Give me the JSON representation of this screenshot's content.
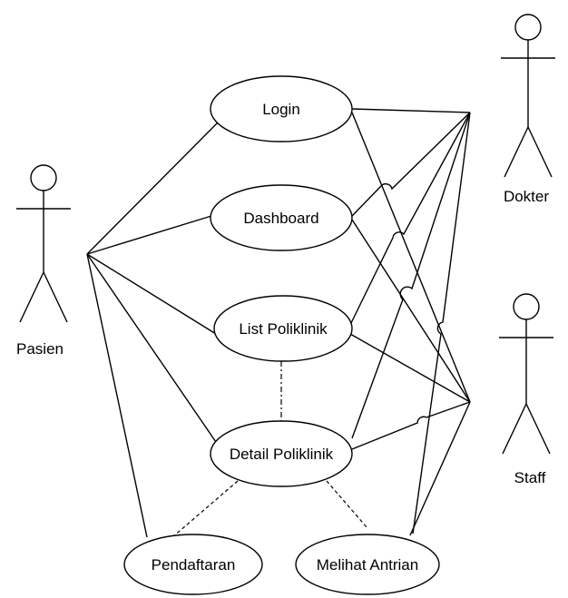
{
  "actors": {
    "pasien": "Pasien",
    "dokter": "Dokter",
    "staff": "Staff"
  },
  "use_cases": {
    "login": "Login",
    "dashboard": "Dashboard",
    "list_poliklinik": "List Poliklinik",
    "detail_poliklinik": "Detail Poliklinik",
    "pendaftaran": "Pendaftaran",
    "melihat_antrian": "Melihat Antrian"
  }
}
